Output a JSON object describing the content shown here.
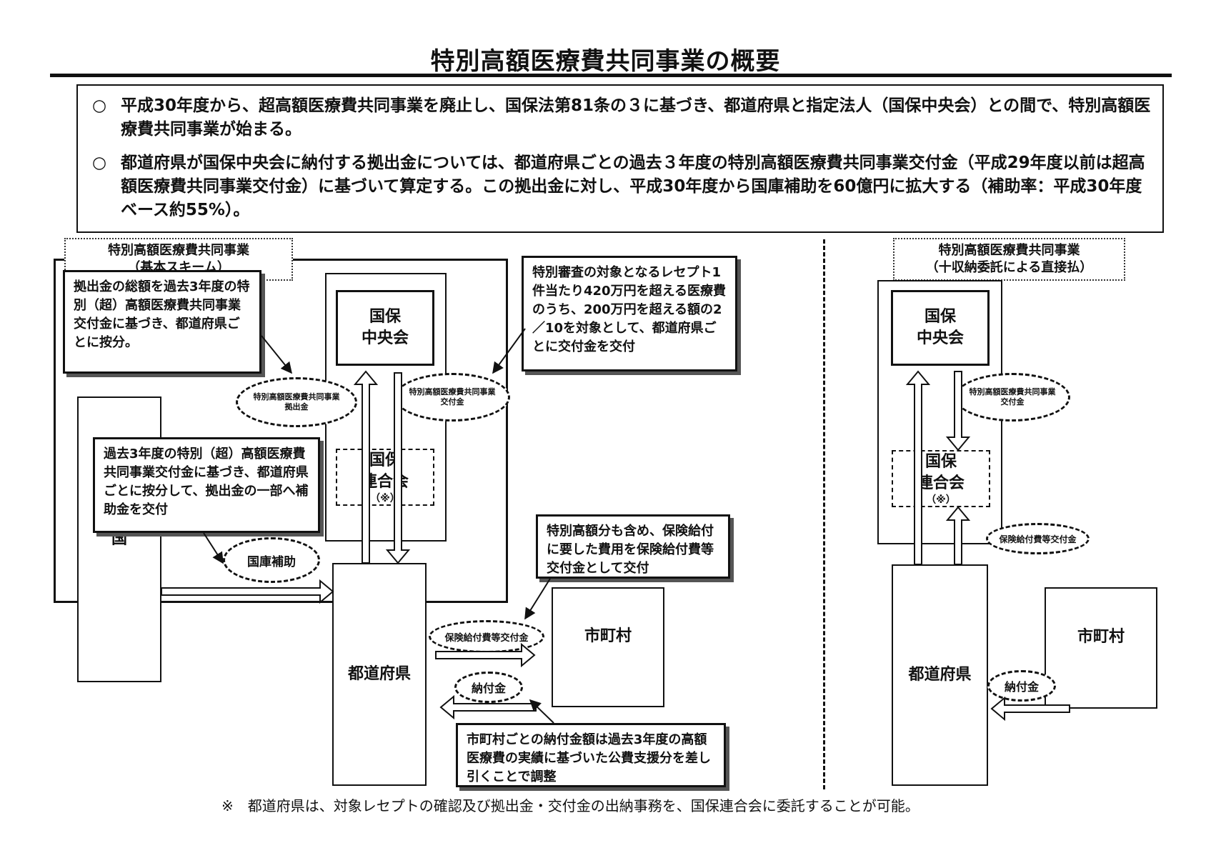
{
  "title": "特別高額医療費共同事業の概要",
  "summary": {
    "bullet_mark": "○",
    "bullets": [
      "平成30年度から、超高額医療費共同事業を廃止し、国保法第81条の３に基づき、都道府県と指定法人（国保中央会）との間で、特別高額医療費共同事業が始まる。",
      "都道府県が国保中央会に納付する拠出金については、都道府県ごとの過去３年度の特別高額医療費共同事業交付金（平成29年度以前は超高額医療費共同事業交付金）に基づいて算定する。この拠出金に対し、平成30年度から国庫補助を60億円に拡大する（補助率：平成30年度ベース約55%）。"
    ]
  },
  "left": {
    "frame_title": [
      "特別高額医療費共同事業",
      "（基本スキーム）"
    ],
    "note_contribution": "拠出金の総額を過去3年度の特別（超）高額医療費共同事業交付金に基づき、都道府県ごとに按分。",
    "note_grant": "特別審査の対象となるレセプト1件当たり420万円を超える医療費のうち、200万円を超える額の2／10を対象として、都道府県ごとに交付金を交付",
    "note_subsidy": "過去3年度の特別（超）高額医療費共同事業交付金に基づき、都道府県ごとに按分して、拠出金の一部へ補助金を交付",
    "note_insurance": "特別高額分も含め、保険給付に要した費用を保険給付費等交付金として交付",
    "note_payment": "市町村ごとの納付金額は過去3年度の高額医療費の実績に基づいた公費支援分を差し引くことで調整",
    "central": [
      "国保",
      "中央会"
    ],
    "federation": [
      "国保",
      "連合会",
      "（※）"
    ],
    "country": "国",
    "prefecture": "都道府県",
    "municipality": "市町村",
    "ellipse_contribution": [
      "特別高額医療費共同事業",
      "拠出金"
    ],
    "ellipse_grant": [
      "特別高額医療費共同事業",
      "交付金"
    ],
    "ellipse_subsidy": "国庫補助",
    "ellipse_insurance": "保険給付費等交付金",
    "ellipse_payment": "納付金"
  },
  "right": {
    "frame_title": [
      "特別高額医療費共同事業",
      "（十収納委託による直接払）"
    ],
    "central": [
      "国保",
      "中央会"
    ],
    "federation": [
      "国保",
      "連合会",
      "（※）"
    ],
    "prefecture": "都道府県",
    "municipality": "市町村",
    "ellipse_grant": [
      "特別高額医療費共同事業",
      "交付金"
    ],
    "ellipse_insurance": "保険給付費等交付金",
    "ellipse_payment": "納付金"
  },
  "footnote": "※　都道府県は、対象レセプトの確認及び拠出金・交付金の出納事務を、国保連合会に委託することが可能。"
}
